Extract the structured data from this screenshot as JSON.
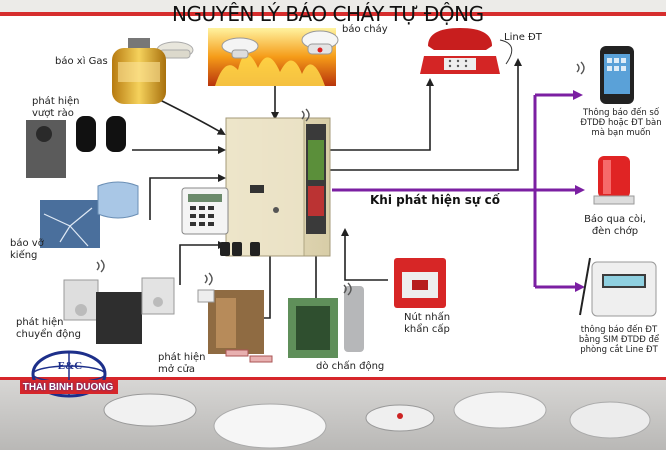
{
  "title": "NGUYÊN LÝ BÁO CHÁY TỰ ĐỘNG",
  "nodes": {
    "gas": "báo xì Gas",
    "fire": "báo cháy",
    "fence": "phát hiện vượt rào",
    "glass": "báo vỡ kiếng",
    "motion": "phát hiện chuyển động",
    "door": "phát hiện mở cửa",
    "vibration": "dò chấn động",
    "button": "Nút nhấn khẩn cấp",
    "line": "Line ĐT",
    "sms": "Thông báo đến số ĐTDĐ hoặc ĐT bàn mà bạn muốn",
    "siren": "Báo qua còi, đèn chớp",
    "gsm": "thông báo đến ĐT bằng SIM ĐTDĐ để phòng cắt Line ĐT",
    "detect": "Khi phát hiện sự cố"
  },
  "logo": {
    "name": "THAI BINH DUONG",
    "mark": "E&C"
  },
  "icons": [
    "fire-detector-icon",
    "gas-cylinder-icon",
    "alarm-panel-icon",
    "telephone-icon",
    "mobile-phone-icon",
    "siren-icon",
    "gsm-dialer-icon",
    "keypad-icon",
    "beam-sensor-icon",
    "glass-break-icon",
    "motion-sensor-icon",
    "door-contact-icon",
    "vibration-sensor-icon",
    "emergency-button-icon"
  ],
  "colors": {
    "accent": "#7b1fa2",
    "arrow": "#222222",
    "brand_red": "#d6262a"
  }
}
